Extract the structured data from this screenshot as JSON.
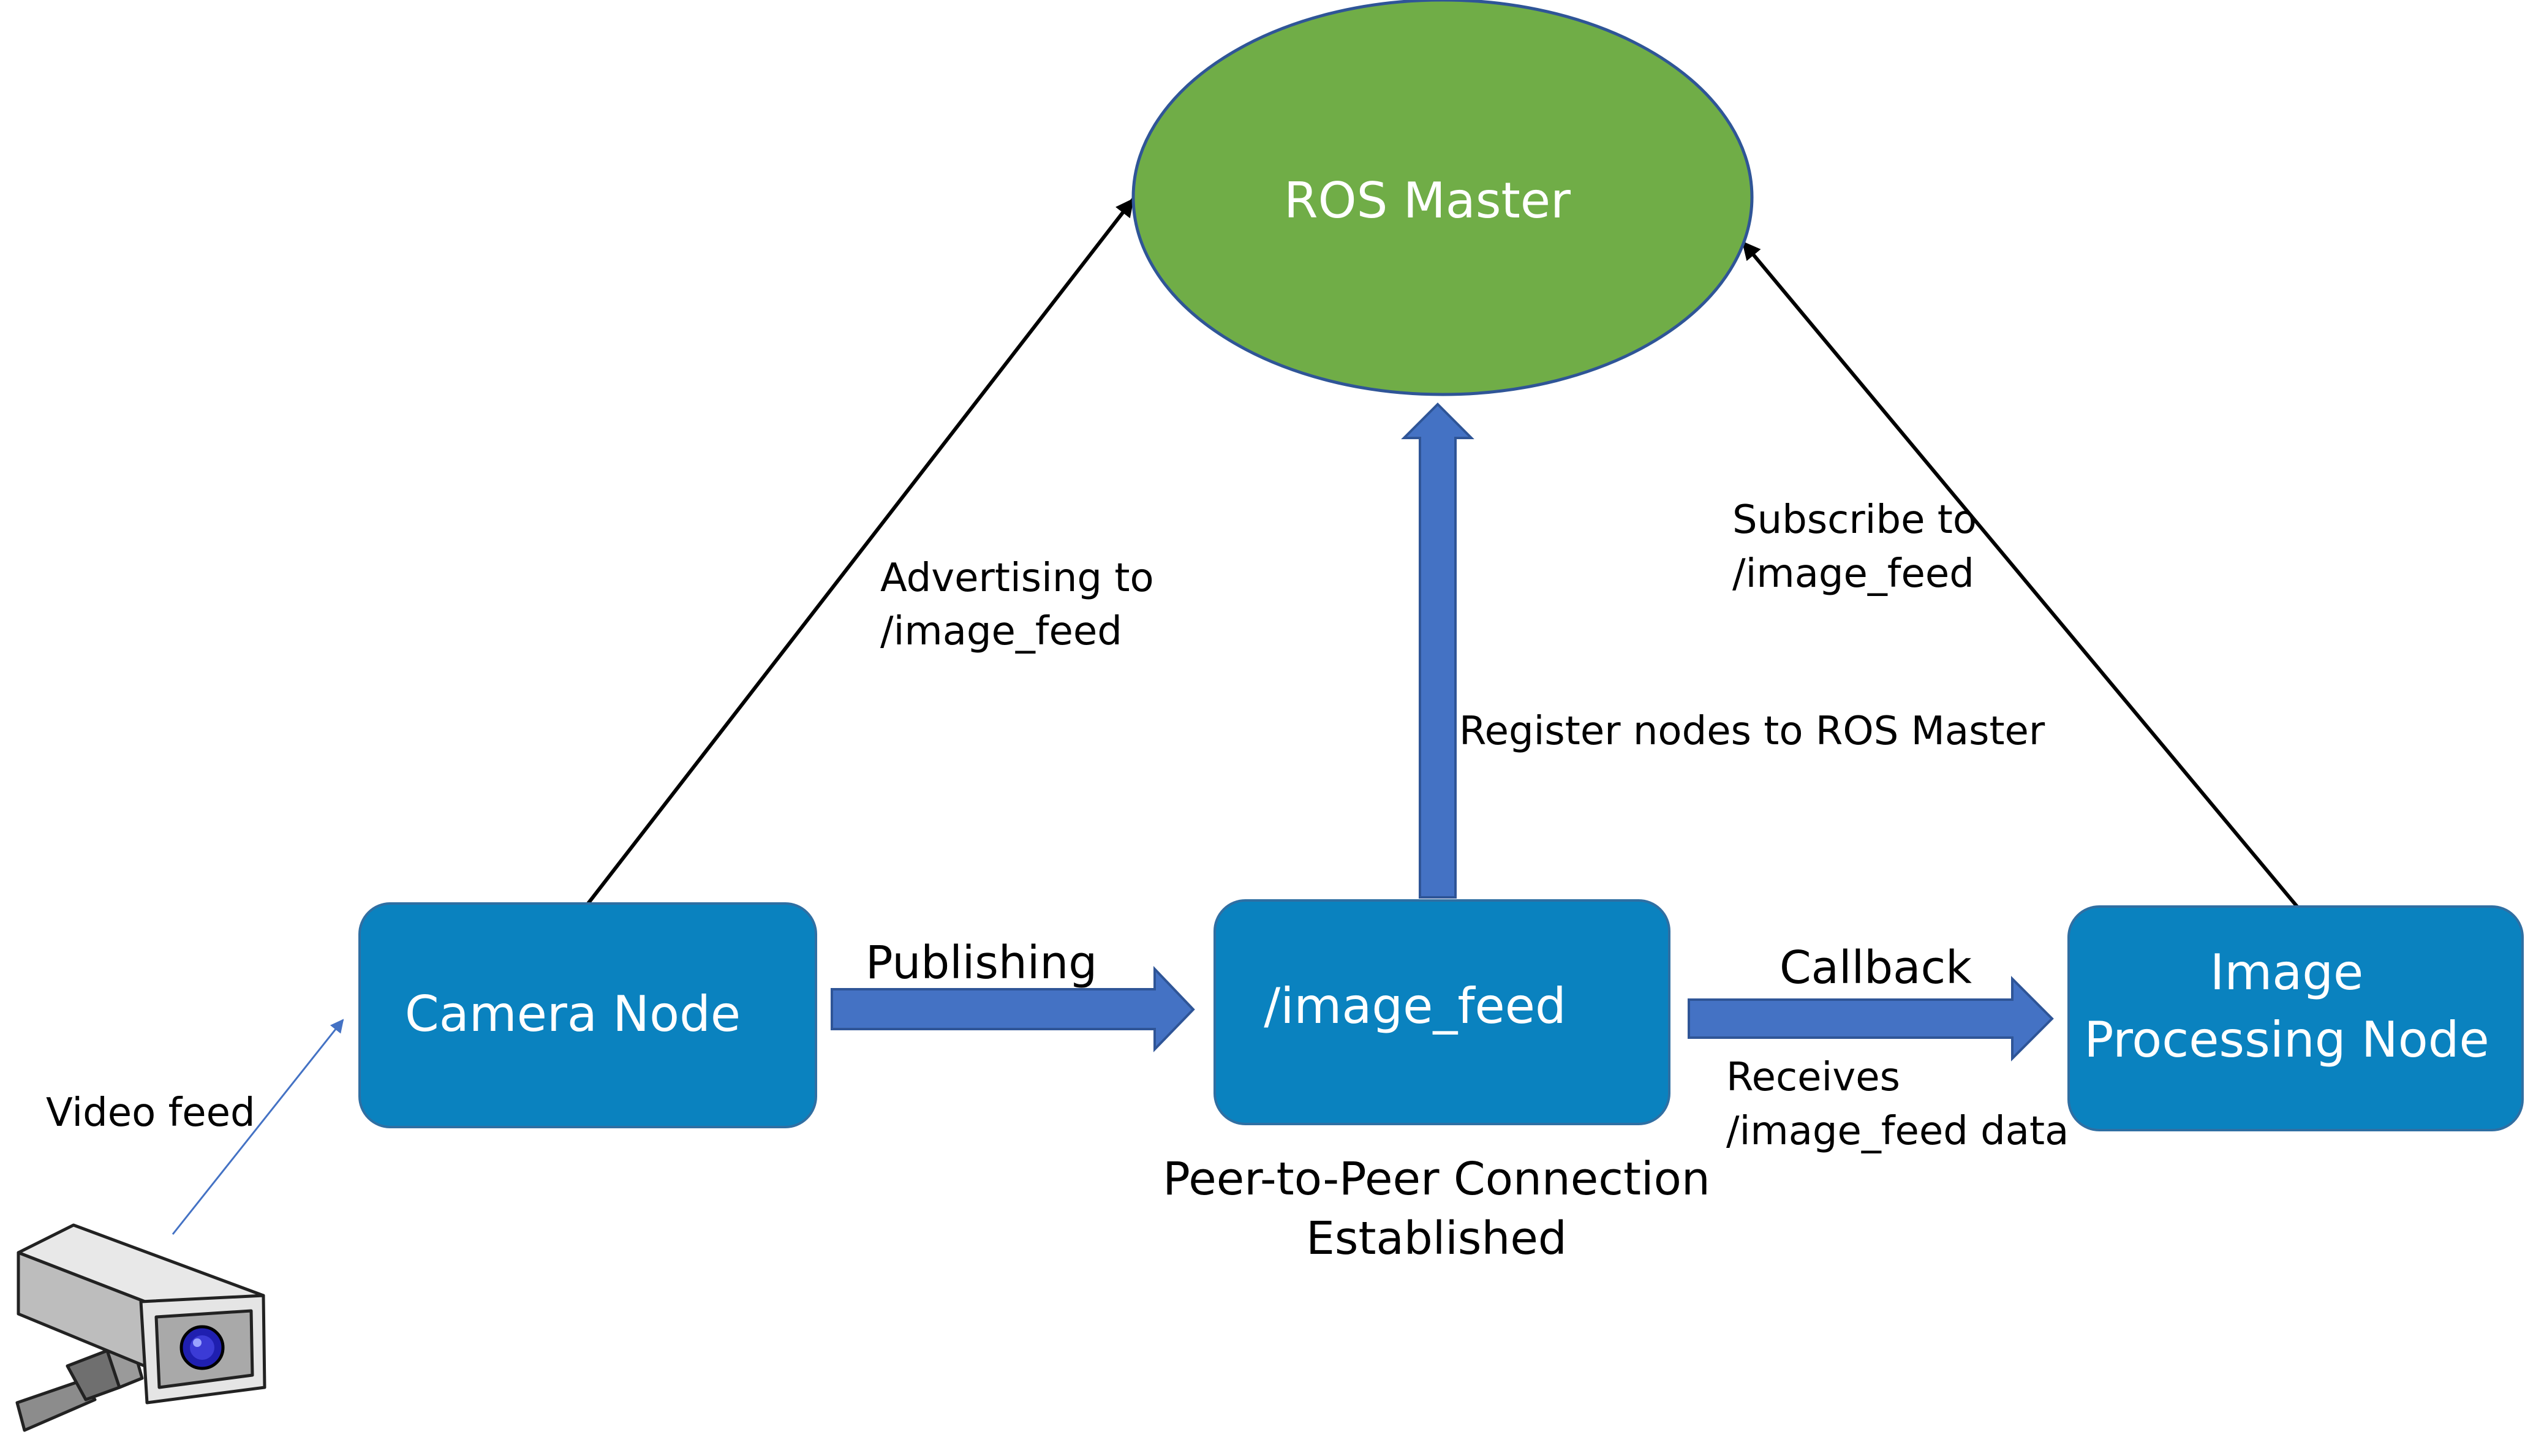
{
  "colors": {
    "node_fill": "#0A82BF",
    "node_stroke": "#2F6FA3",
    "master_fill": "#70AD47",
    "master_stroke": "#2F5597",
    "block_arrow": "#4472C4",
    "thin_arrow": "#000000",
    "feed_arrow": "#4472C4"
  },
  "nodes": {
    "ros_master": "ROS Master",
    "camera_node": "Camera Node",
    "image_feed": "/image_feed",
    "image_processing": {
      "line1": "Image",
      "line2": "Processing Node"
    }
  },
  "edges": {
    "advertising": {
      "line1": "Advertising to",
      "line2": "/image_feed"
    },
    "subscribe": {
      "line1": "Subscribe to",
      "line2": "/image_feed"
    },
    "register": "Register nodes to ROS Master",
    "publishing": "Publishing",
    "callback": "Callback",
    "receives": {
      "line1": "Receives",
      "line2": "/image_feed data"
    },
    "video_feed": "Video feed"
  },
  "captions": {
    "peer_to_peer": {
      "line1": "Peer-to-Peer Connection",
      "line2": "Established"
    }
  },
  "icons": {
    "camera": "security-camera-icon"
  }
}
